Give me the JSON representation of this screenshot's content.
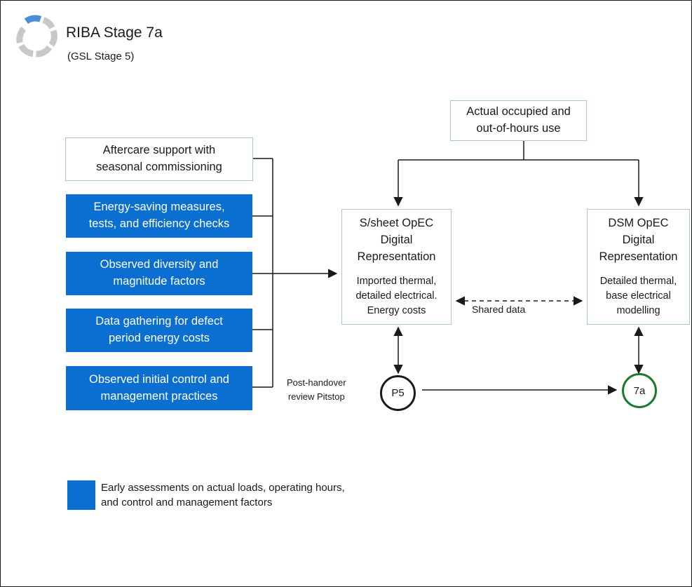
{
  "header": {
    "title": "RIBA Stage 7a",
    "subtitle": "(GSL Stage 5)"
  },
  "top_box": {
    "lines": [
      "Actual occupied and",
      "out-of-hours use"
    ]
  },
  "left_boxes": [
    {
      "lines": [
        "Aftercare support with",
        "seasonal commissioning"
      ],
      "style": "outline"
    },
    {
      "lines": [
        "Energy-saving measures,",
        "tests, and efficiency checks"
      ],
      "style": "filled"
    },
    {
      "lines": [
        "Observed diversity and",
        "magnitude factors"
      ],
      "style": "filled"
    },
    {
      "lines": [
        "Data gathering for defect",
        "period energy costs"
      ],
      "style": "filled"
    },
    {
      "lines": [
        "Observed initial control and",
        "management practices"
      ],
      "style": "filled"
    }
  ],
  "sheet_box": {
    "title_lines": [
      "S/sheet OpEC",
      "Digital",
      "Representation"
    ],
    "body_lines": [
      "Imported thermal,",
      "detailed electrical.",
      "Energy costs"
    ]
  },
  "dsm_box": {
    "title_lines": [
      "DSM OpEC",
      "Digital",
      "Representation"
    ],
    "body_lines": [
      "Detailed thermal,",
      "base electrical",
      "modelling"
    ]
  },
  "shared_label": "Shared data",
  "pitstop_label": [
    "Post-handover",
    "review Pitstop"
  ],
  "nodes": {
    "p5": {
      "label": "P5",
      "color": "#1a1a1a"
    },
    "stage7a": {
      "label": "7a",
      "color": "#1a7a2e"
    }
  },
  "legend": {
    "lines": [
      "Early assessments on actual loads, operating hours,",
      "and control and management factors"
    ],
    "swatch_color": "#0a6fd1"
  },
  "colors": {
    "fill_blue": "#0a6fd1",
    "outline": "#a8c8d4",
    "stage_ring": "#c8c8c8",
    "stage_ring_active": "#4a90d9"
  }
}
